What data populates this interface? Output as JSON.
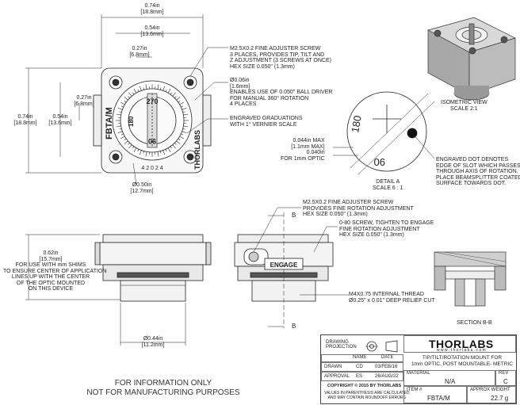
{
  "top_view": {
    "width_dim": "0.74in\n[18.8mm]",
    "inner_width_dim": "0.54in\n[13.6mm]",
    "offset_dim": "0.27in\n[6.8mm]",
    "height_dim": "0.74in\n[18.8mm]",
    "inner_height_dim": "0.54in\n[13.6mm]",
    "offset_v_dim": "0.27in\n[6.8mm]",
    "diameter_dim": "Ø0.50in\n[12.7mm]",
    "label_fbta": "FBTA/M",
    "label_thorlabs": "THORLABS",
    "dial_270": "270",
    "dial_180": "180",
    "dial_90": "90",
    "scale_digits": "4 2 0 2 4"
  },
  "callouts": {
    "adjuster": "M2.5X0.2 FINE ADJUSTER SCREW\n3 PLACES, PROVIDES TIP, TILT AND\nZ ADJUSTMENT (3 SCREWS AT ONCE)\nHEX SIZE 0.050\" (1.3mm)",
    "ball_driver": "Ø0.06in\n[1.6mm]\nENABLES USE OF 0.050\" BALL DRIVER\nFOR MANUAL 360° ROTATION\n4 PLACES",
    "graduations": "ENGRAVED GRADUATIONS\nWITH 1° VERNIER SCALE",
    "optic_thickness": "0.044in MAX\n[1.1mm MAX]\n0.040in\nFOR 1mm OPTIC",
    "engraved_dot": "ENGRAVED DOT DENOTES\nEDGE OF SLOT WHICH PASSES\nTHROUGH AXIS OF ROTATION.\nPLACE BEAMSPLITTER COATED\nSURFACE TOWARDS DOT.",
    "fine_rotation": "M2.5X0.2 FINE ADJUSTER SCREW\nPROVIDES FINE ROTATION ADJUSTMENT\nHEX SIZE 0.050\" (1.3mm)",
    "engage_screw": "0-80 SCREW, TIGHTEN TO ENGAGE\nFINE ROTATION ADJUSTMENT\nHEX SIZE 0.050\" (1.3mm)",
    "internal_thread": "M4X0.75 INTERNAL THREAD\nØ0.25\" x 0.01\" DEEP RELIEF CUT",
    "shims": "0.62in\n[15.7mm]\nFOR USE WITH mm SHIMS\nTO ENSURE CENTER OF APPLICATION\nLINES UP WITH THE CENTER\nOF THE OPTIC MOUNTED\nON THIS DEVICE",
    "base_dim": "Ø0.44in\n[11.2mm]",
    "engage_label": "ENGAGE",
    "section_b_top": "B",
    "section_b_bottom": "B"
  },
  "views": {
    "isometric": "ISOMETRIC VIEW\nSCALE 2:1",
    "detail": "DETAIL A\nSCALE 6 : 1",
    "section": "SECTION B-B",
    "detail_digits_top": "180",
    "detail_digits_mid": "90"
  },
  "title_block": {
    "drawing_projection": "DRAWING\nPROJECTION",
    "col_name": "NAME",
    "col_date": "DATE",
    "drawn_label": "DRAWN",
    "drawn_name": "CD",
    "drawn_date": "03/FEB/16",
    "approval_label": "APPROVAL",
    "approval_name": "ES",
    "approval_date": "26/AUG/22",
    "copyright": "COPYRIGHT © 2015 BY THORLABS",
    "note": "VALUES IN PARENTHESIS ARE CALCULATED\nAND MAY CONTAIN ROUNDOFF ERRORS",
    "logo": "THORLABS",
    "website": "w w w . t h o r l a b s . c o m",
    "description": "TIP/TILT/ROTATION MOUNT FOR\n1mm OPTIC, POST MOUNTABLE- METRIC",
    "material_label": "MATERIAL",
    "material_value": "N/A",
    "rev_label": "REV",
    "rev_value": "C",
    "item_label": "ITEM #",
    "item_value": "FBTA/M",
    "weight_label": "APPROX WEIGHT",
    "weight_value": "22.7 g"
  },
  "footer": "FOR INFORMATION ONLY\nNOT FOR MANUFACTURING PURPOSES"
}
